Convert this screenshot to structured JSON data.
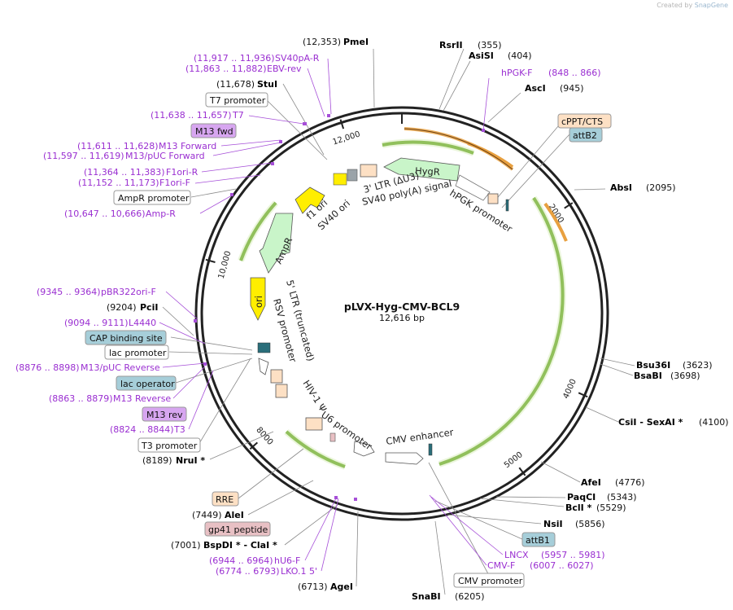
{
  "credit": {
    "prefix": "Created by",
    "brand": "SnapGene"
  },
  "plasmid": {
    "name": "pLVX-Hyg-CMV-BCL9",
    "size": "12,616 bp"
  },
  "ticks": [
    {
      "label": "2000",
      "pos": 2000
    },
    {
      "label": "4000",
      "pos": 4000
    },
    {
      "label": "5000",
      "pos": 5000
    },
    {
      "label": "8000",
      "pos": 8000
    },
    {
      "label": "10,000",
      "pos": 10000
    },
    {
      "label": "12,000",
      "pos": 12000
    }
  ],
  "enzymes": [
    {
      "name": "PmeI",
      "position": "(12,353)"
    },
    {
      "name": "RsrII",
      "position": "(355)"
    },
    {
      "name": "AsiSI",
      "position": "(404)"
    },
    {
      "name": "AscI",
      "position": "(945)"
    },
    {
      "name": "AbsI",
      "position": "(2095)"
    },
    {
      "name": "Bsu36I",
      "position": "(3623)"
    },
    {
      "name": "BsaBI",
      "position": "(3698)"
    },
    {
      "name": "CsiI - SexAI *",
      "position": "(4100)"
    },
    {
      "name": "AfeI",
      "position": "(4776)"
    },
    {
      "name": "PaqCI",
      "position": "(5343)"
    },
    {
      "name": "BclI *",
      "position": "(5529)"
    },
    {
      "name": "NsiI",
      "position": "(5856)"
    },
    {
      "name": "SnaBI",
      "position": "(6205)"
    },
    {
      "name": "AgeI",
      "position": "(6713)"
    },
    {
      "name": "BspDI * - ClaI *",
      "position": "(7001)"
    },
    {
      "name": "AleI",
      "position": "(7449)"
    },
    {
      "name": "NruI *",
      "position": "(8189)"
    },
    {
      "name": "PciI",
      "position": "(9204)"
    },
    {
      "name": "StuI",
      "position": "(11,678)"
    }
  ],
  "primers": [
    {
      "range": "(11,917 .. 11,936)",
      "name": "SV40pA-R"
    },
    {
      "range": "(11,863 .. 11,882)",
      "name": "EBV-rev"
    },
    {
      "range": "(11,638 .. 11,657)",
      "name": "T7"
    },
    {
      "range": "(11,611 .. 11,628)",
      "name": "M13 Forward"
    },
    {
      "range": "(11,597 .. 11,619)",
      "name": "M13/pUC Forward"
    },
    {
      "range": "(11,364 .. 11,383)",
      "name": "F1ori-R"
    },
    {
      "range": "(11,152 .. 11,173)",
      "name": "F1ori-F"
    },
    {
      "range": "(10,647 .. 10,666)",
      "name": "Amp-R"
    },
    {
      "range": "(9345 .. 9364)",
      "name": "pBR322ori-F"
    },
    {
      "range": "(9094 .. 9111)",
      "name": "L4440"
    },
    {
      "range": "(8876 .. 8898)",
      "name": "M13/pUC Reverse"
    },
    {
      "range": "(8863 .. 8879)",
      "name": "M13 Reverse"
    },
    {
      "range": "(8824 .. 8844)",
      "name": "T3"
    },
    {
      "range": "(6944 .. 6964)",
      "name": "hU6-F"
    },
    {
      "range": "(6774 .. 6793)",
      "name": "LKO.1 5'"
    },
    {
      "range": "(848 .. 866)",
      "name": "hPGK-F"
    },
    {
      "range": "(5957 .. 5981)",
      "name": "LNCX"
    },
    {
      "range": "(6007 .. 6027)",
      "name": "CMV-F"
    }
  ],
  "boxed_labels": [
    {
      "text": "T7 promoter",
      "style": "white"
    },
    {
      "text": "M13 fwd",
      "style": "violet"
    },
    {
      "text": "AmpR promoter",
      "style": "white"
    },
    {
      "text": "CAP binding site",
      "style": "teal"
    },
    {
      "text": "lac promoter",
      "style": "white"
    },
    {
      "text": "lac operator",
      "style": "teal"
    },
    {
      "text": "M13 rev",
      "style": "violet"
    },
    {
      "text": "T3 promoter",
      "style": "white"
    },
    {
      "text": "RRE",
      "style": "peach"
    },
    {
      "text": "gp41 peptide",
      "style": "pink"
    },
    {
      "text": "cPPT/CTS",
      "style": "peach"
    },
    {
      "text": "attB2",
      "style": "teal"
    },
    {
      "text": "attB1",
      "style": "teal"
    },
    {
      "text": "CMV promoter",
      "style": "white"
    }
  ],
  "inner_labels": [
    "HygR",
    "3' LTR (ΔU3)",
    "SV40 poly(A) signal",
    "hPGK promoter",
    "f1 ori",
    "SV40 ori",
    "AmpR",
    "ori",
    "5' LTR (truncated)",
    "RSV promoter",
    "HIV-1 Ψ",
    "U6 promoter",
    "CMV enhancer"
  ],
  "colors": {
    "backbone": "#222222",
    "primer": "#9a2fd1",
    "green_arrow": "#6aa52b",
    "orange_arrow": "#e8a040",
    "hygr_fill": "#c9f5c9",
    "ori_fill": "#ffee00",
    "ltr_fill": "#fde0c4",
    "teal_box": "#a6ced9",
    "violet_box": "#d7a6f0",
    "pink_box": "#e8c0c4"
  }
}
